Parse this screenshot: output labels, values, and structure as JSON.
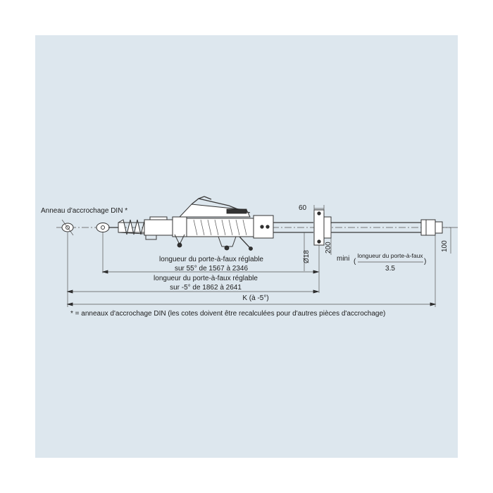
{
  "labels": {
    "ring_title": "Anneau d'accrochage DIN *",
    "range1_line1": "longueur du porte-à-faux réglable",
    "range1_line2": "sur 55° de 1567 à 2346",
    "range2_line1": "longueur du porte-à-faux réglable",
    "range2_line2": "sur -5° de 1862 à 2641",
    "k_label": "K (à -5°)",
    "dim_60": "60",
    "dim_diameter": "Ø18",
    "dim_200": "200",
    "dim_100": "100",
    "mini": "mini",
    "fraction_numerator": "longueur du porte-à-faux",
    "fraction_denominator": "3.5",
    "footnote": "* = anneaux d'accrochage DIN (les cotes doivent être recalculées pour d'autres pièces d'accrochage)"
  },
  "colors": {
    "panel_background": "#dde7ee",
    "line": "#3a3a3a",
    "text": "#1d1d1d"
  }
}
